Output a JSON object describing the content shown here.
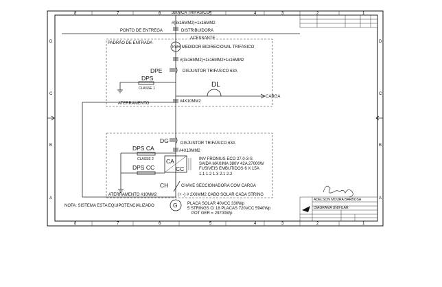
{
  "frame": {
    "top_columns": [
      "8",
      "7",
      "6",
      "5",
      "4",
      "3",
      "2",
      "1"
    ],
    "bottom_columns": [
      "8",
      "7",
      "6",
      "5",
      "4",
      "3",
      "2",
      "1"
    ],
    "rows": [
      "D",
      "C",
      "B",
      "A"
    ]
  },
  "diagram": {
    "supply": "380VCA TRIFASICO",
    "supply_cable": "#(3x16MM2)+1x16MM2",
    "delivery_point": "PONTO DE ENTREGA",
    "distributor": "DISTRIBUIDORA",
    "access_branch": "ACESSANTE",
    "entry_standard": "PADRÃO DE ENTRADA",
    "meter_symbol": "KWH",
    "meter": "MEDIDOR BIDIRECIONAL TRIFASICO",
    "meter_cable": "#(3x16MM2)+1x16MM2+1x16MM2",
    "dpe": "DPE",
    "dpe_breaker": "DISJUNTOR TRIFASICO 63A",
    "dps": "DPS",
    "class_1": "CLASSE 1",
    "dl": "DL",
    "grounding": "ATERRAMENTO",
    "ground_cable": "#4X10MM2",
    "load": "CARGA",
    "dg": "DG",
    "dg_breaker": "DISJUNTOR TRIFASICO 63A",
    "dps_ca": "DPS CA",
    "dg_cable": "#4X10MM2",
    "class_2": "CLASSE 2",
    "ca": "CA",
    "cc": "CC",
    "dps_cc": "DPS CC",
    "inverter": [
      "INV FRONIUS ECO 27.0-3-S",
      "SAIDA MAXIMA 380V 42A 27000W",
      "FUSIVEIS EMBUTIDOS 6 X 15A",
      "1.1 1.2 1.3 2.1 2.2"
    ],
    "ch": "CH",
    "switch": "CHAVE SECCIONADORA COM CARGA",
    "grounding_10": "ATERRAMENTO #10MM2",
    "string_cable": "(+ -) # 2X6MM2 CABO SOLAR CADA STRING",
    "gen_symbol": "G",
    "panels": [
      "PLACA SOLAR 40VCC 330Wp",
      "5 STRINGS C/ 18 PLACAS 720VCC 5940Wp",
      "POT GER = 29700Wp"
    ],
    "note": "NOTA: SISTEMA ESTA EQUIPOTENCIALIZADO"
  },
  "title_block": {
    "name": "ADELSON MOURA BARBOSA",
    "subtitle": "DIAGRAMA UNIFILAR"
  }
}
